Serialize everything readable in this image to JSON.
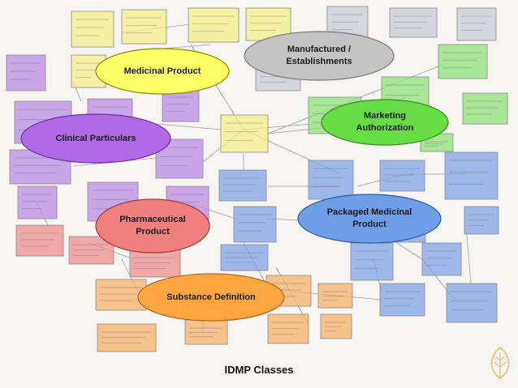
{
  "diagram": {
    "caption": "IDMP Classes",
    "group_colors": {
      "yellow": "#f2ee8a",
      "purple": "#b98be3",
      "pink": "#ef8f8f",
      "orange": "#f5b06a",
      "blue": "#7fa2e6",
      "green": "#8fe07a",
      "grey": "#c9c9d6"
    },
    "concepts": [
      {
        "id": "medicinal-product",
        "label": "Medicinal Product",
        "fill": "#ffff66",
        "stroke": "#888800"
      },
      {
        "id": "manufactured-establishments",
        "label": "Manufactured /\nEstablishments",
        "fill": "#c4c4c4",
        "stroke": "#777777"
      },
      {
        "id": "marketing-authorization",
        "label": "Marketing\nAuthorization",
        "fill": "#66dd44",
        "stroke": "#3a8a22"
      },
      {
        "id": "clinical-particulars",
        "label": "Clinical Particulars",
        "fill": "#b06ae8",
        "stroke": "#6a2ea0"
      },
      {
        "id": "pharmaceutical-product",
        "label": "Pharmaceutical\nProduct",
        "fill": "#f08080",
        "stroke": "#a03a3a"
      },
      {
        "id": "packaged-medicinal-product",
        "label": "Packaged Medicinal\nProduct",
        "fill": "#6f9ee8",
        "stroke": "#2e5aa0"
      },
      {
        "id": "substance-definition",
        "label": "Substance Definition",
        "fill": "#ffa640",
        "stroke": "#b06818"
      }
    ]
  }
}
